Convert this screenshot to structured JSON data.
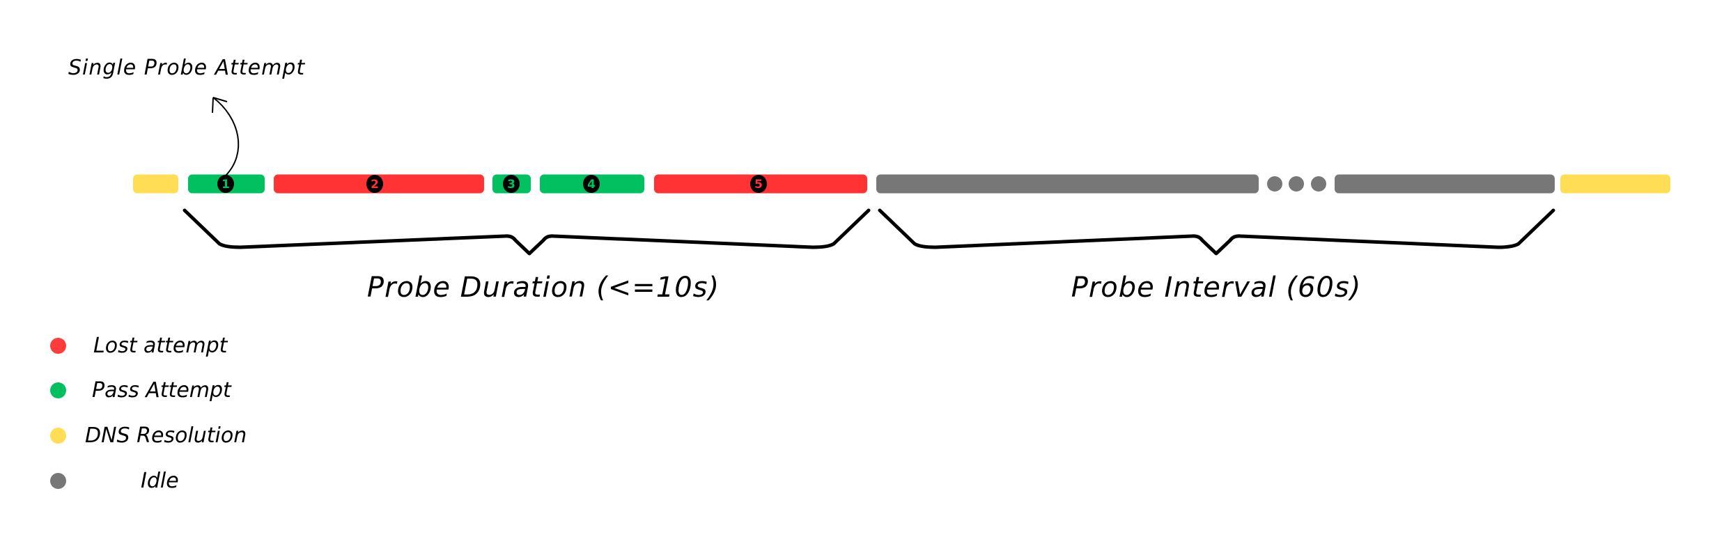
{
  "colors": {
    "lost": "#FF3333",
    "pass": "#00C060",
    "dns": "#FFDD55",
    "idle": "#777777"
  },
  "annotation": "Single Probe Attempt",
  "timeline": {
    "segments": [
      {
        "type": "dns"
      },
      {
        "type": "pass",
        "badge": "1"
      },
      {
        "type": "lost",
        "badge": "2"
      },
      {
        "type": "pass",
        "badge": "3"
      },
      {
        "type": "pass",
        "badge": "4"
      },
      {
        "type": "lost",
        "badge": "5"
      },
      {
        "type": "idle"
      },
      {
        "type": "idle-dots"
      },
      {
        "type": "idle"
      },
      {
        "type": "dns"
      }
    ]
  },
  "braces": {
    "duration_label": "Probe Duration (<=10s)",
    "interval_label": "Probe Interval (60s)"
  },
  "legend": [
    {
      "label": "Lost attempt",
      "type": "lost"
    },
    {
      "label": "Pass Attempt",
      "type": "pass"
    },
    {
      "label": "DNS Resolution",
      "type": "dns"
    },
    {
      "label": "Idle",
      "type": "idle"
    }
  ]
}
